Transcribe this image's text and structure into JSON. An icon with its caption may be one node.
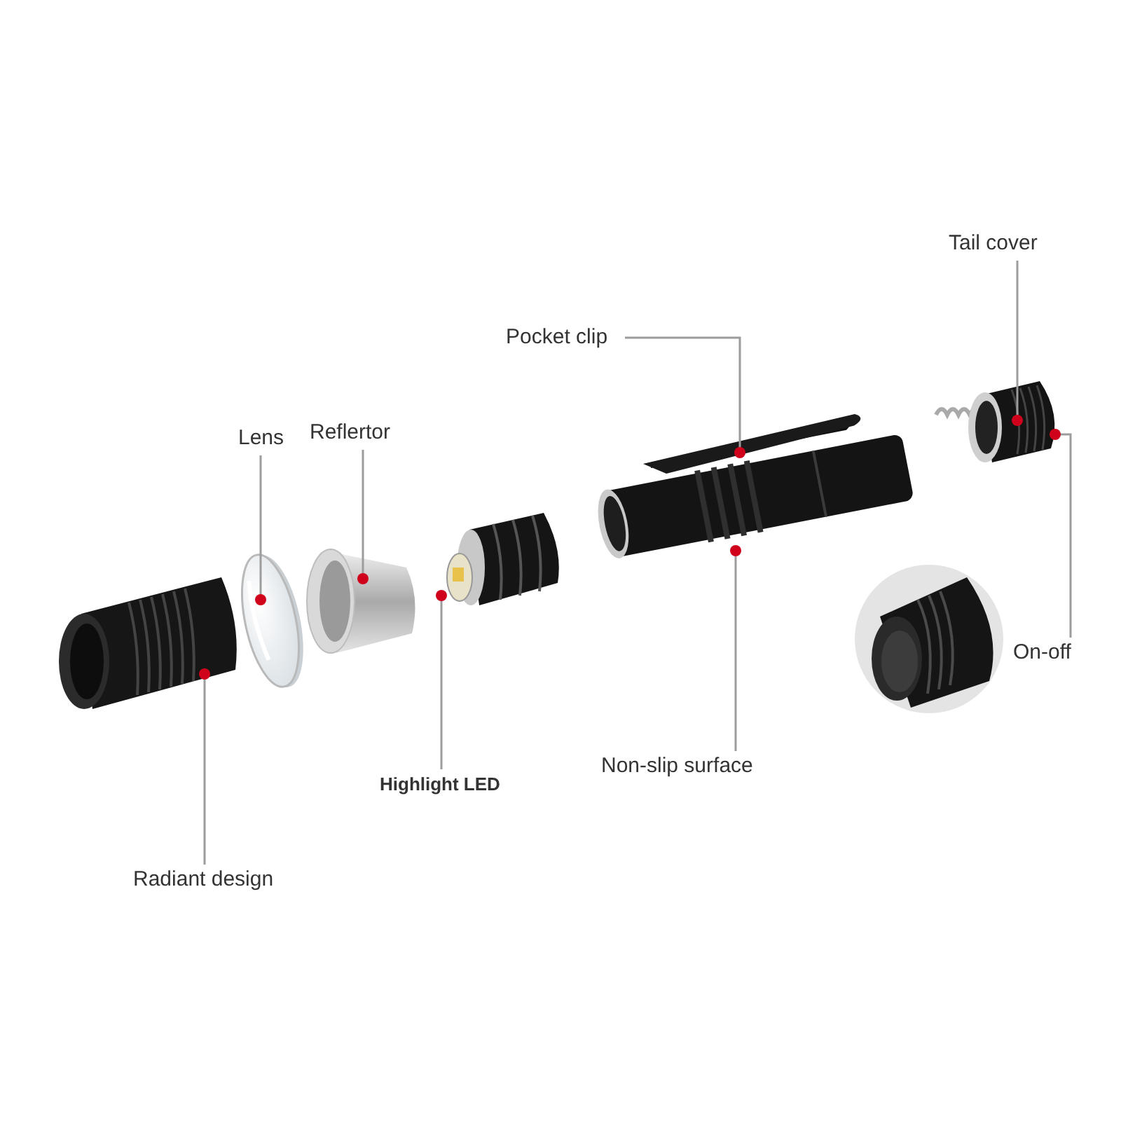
{
  "diagram": {
    "nodes": [
      {
        "text": [
          "Tail cover"
        ]
      },
      {
        "text": [
          "Pocket clip"
        ]
      },
      {
        "text": [
          "Lens"
        ]
      },
      {
        "text": [
          "Reflertor"
        ]
      },
      {
        "text": [
          "On-off"
        ]
      },
      {
        "text": [
          "Non-slip surface"
        ]
      },
      {
        "text": [
          "Highlight LED"
        ]
      },
      {
        "text": [
          "Radiant design"
        ]
      },
      {
        "text": [],
        "shape": "picture"
      },
      {
        "text": [],
        "shape": "picture"
      },
      {
        "text": [],
        "shape": "picture"
      },
      {
        "text": [],
        "shape": "picture"
      },
      {
        "text": [],
        "shape": "picture"
      },
      {
        "text": [],
        "shape": "picture"
      }
    ],
    "edges": [
      {
        "from": 0,
        "to": 13,
        "arrow": "other"
      },
      {
        "from": 1,
        "to": 12,
        "arrow": "other"
      },
      {
        "from": 2,
        "to": 9,
        "arrow": "other"
      },
      {
        "from": 3,
        "to": 10,
        "arrow": "other"
      },
      {
        "from": 4,
        "to": 13,
        "arrow": "other"
      },
      {
        "from": 5,
        "to": 12,
        "arrow": "other"
      },
      {
        "from": 6,
        "to": 11,
        "arrow": "other"
      },
      {
        "from": 7,
        "to": 8,
        "arrow": "other"
      }
    ]
  }
}
